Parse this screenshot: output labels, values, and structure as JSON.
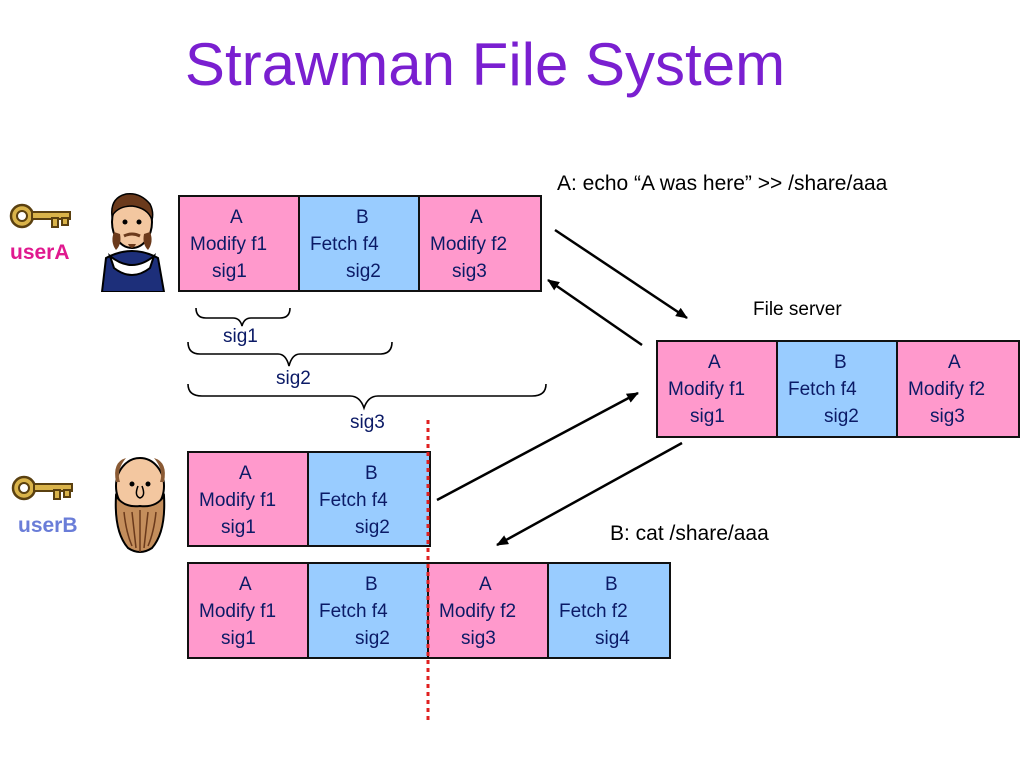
{
  "title": "Strawman File System",
  "command_a": "A: echo “A was here” >> /share/aaa",
  "command_b": "B: cat /share/aaa",
  "file_server_label": "File server",
  "users": {
    "a": {
      "label": "userA",
      "color": "#e0198f"
    },
    "b": {
      "label": "userB",
      "color": "#6a7dd8"
    }
  },
  "logs": {
    "user_a": [
      {
        "user": "A",
        "op": "Modify f1",
        "sig": "sig1",
        "color": "pink"
      },
      {
        "user": "B",
        "op": "Fetch f4",
        "sig": "sig2",
        "color": "blue"
      },
      {
        "user": "A",
        "op": "Modify f2",
        "sig": "sig3",
        "color": "pink"
      }
    ],
    "server": [
      {
        "user": "A",
        "op": "Modify f1",
        "sig": "sig1",
        "color": "pink"
      },
      {
        "user": "B",
        "op": "Fetch f4",
        "sig": "sig2",
        "color": "blue"
      },
      {
        "user": "A",
        "op": "Modify f2",
        "sig": "sig3",
        "color": "pink"
      }
    ],
    "user_b_before": [
      {
        "user": "A",
        "op": "Modify f1",
        "sig": "sig1",
        "color": "pink"
      },
      {
        "user": "B",
        "op": "Fetch f4",
        "sig": "sig2",
        "color": "blue"
      }
    ],
    "user_b_after": [
      {
        "user": "A",
        "op": "Modify f1",
        "sig": "sig1",
        "color": "pink"
      },
      {
        "user": "B",
        "op": "Fetch f4",
        "sig": "sig2",
        "color": "blue"
      },
      {
        "user": "A",
        "op": "Modify f2",
        "sig": "sig3",
        "color": "pink"
      },
      {
        "user": "B",
        "op": "Fetch f2",
        "sig": "sig4",
        "color": "blue"
      }
    ]
  },
  "brace_labels": {
    "sig1": "sig1",
    "sig2": "sig2",
    "sig3": "sig3"
  },
  "colors": {
    "title": "#7a1fd0",
    "entry_text": "#0b1a66",
    "pink_entry": "#ff99cc",
    "blue_entry": "#99ccff",
    "divider": "#e02020",
    "key": "#d9b34a"
  },
  "icons": [
    "key-icon",
    "shakespeare-portrait-icon",
    "socrates-portrait-icon"
  ]
}
